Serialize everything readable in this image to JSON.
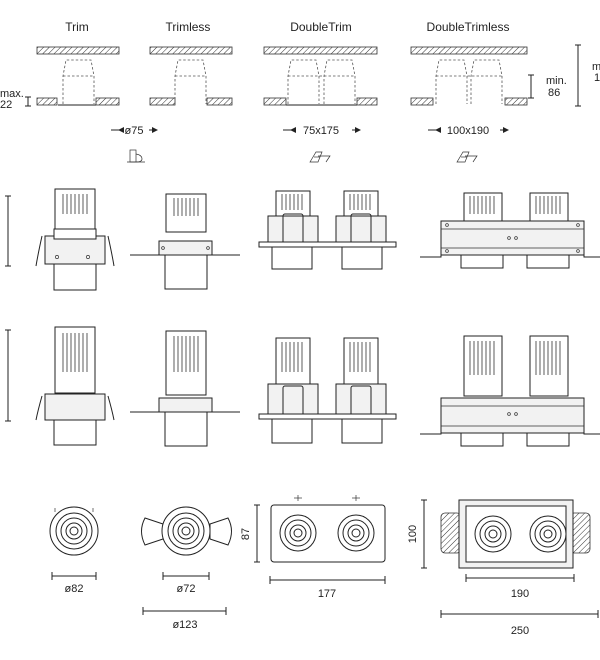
{
  "headers": {
    "trim": "Trim",
    "trimless": "Trimless",
    "double_trim": "DoubleTrim",
    "double_trimless": "DoubleTrimless"
  },
  "cutouts": {
    "max_label": "max.",
    "max_value": "22",
    "min_label": "min.",
    "min_value": "86",
    "right_edge_label": "m",
    "right_edge_value": "1",
    "trim_cutout": "ø75",
    "double_cutout": "75x175",
    "double_trimless_cutout": "100x190"
  },
  "icons": [
    "mounting-clip-icon",
    "plaster-kit-icon",
    "plaster-kit-icon"
  ],
  "front_views": {
    "trim_diameter": "ø82",
    "trimless_diameter": "ø72",
    "trimless_outer": "ø123",
    "double_trim_height": "87",
    "double_trim_width": "177",
    "double_trimless_height": "100",
    "double_trimless_width": "190",
    "double_trimless_outer": "250"
  }
}
